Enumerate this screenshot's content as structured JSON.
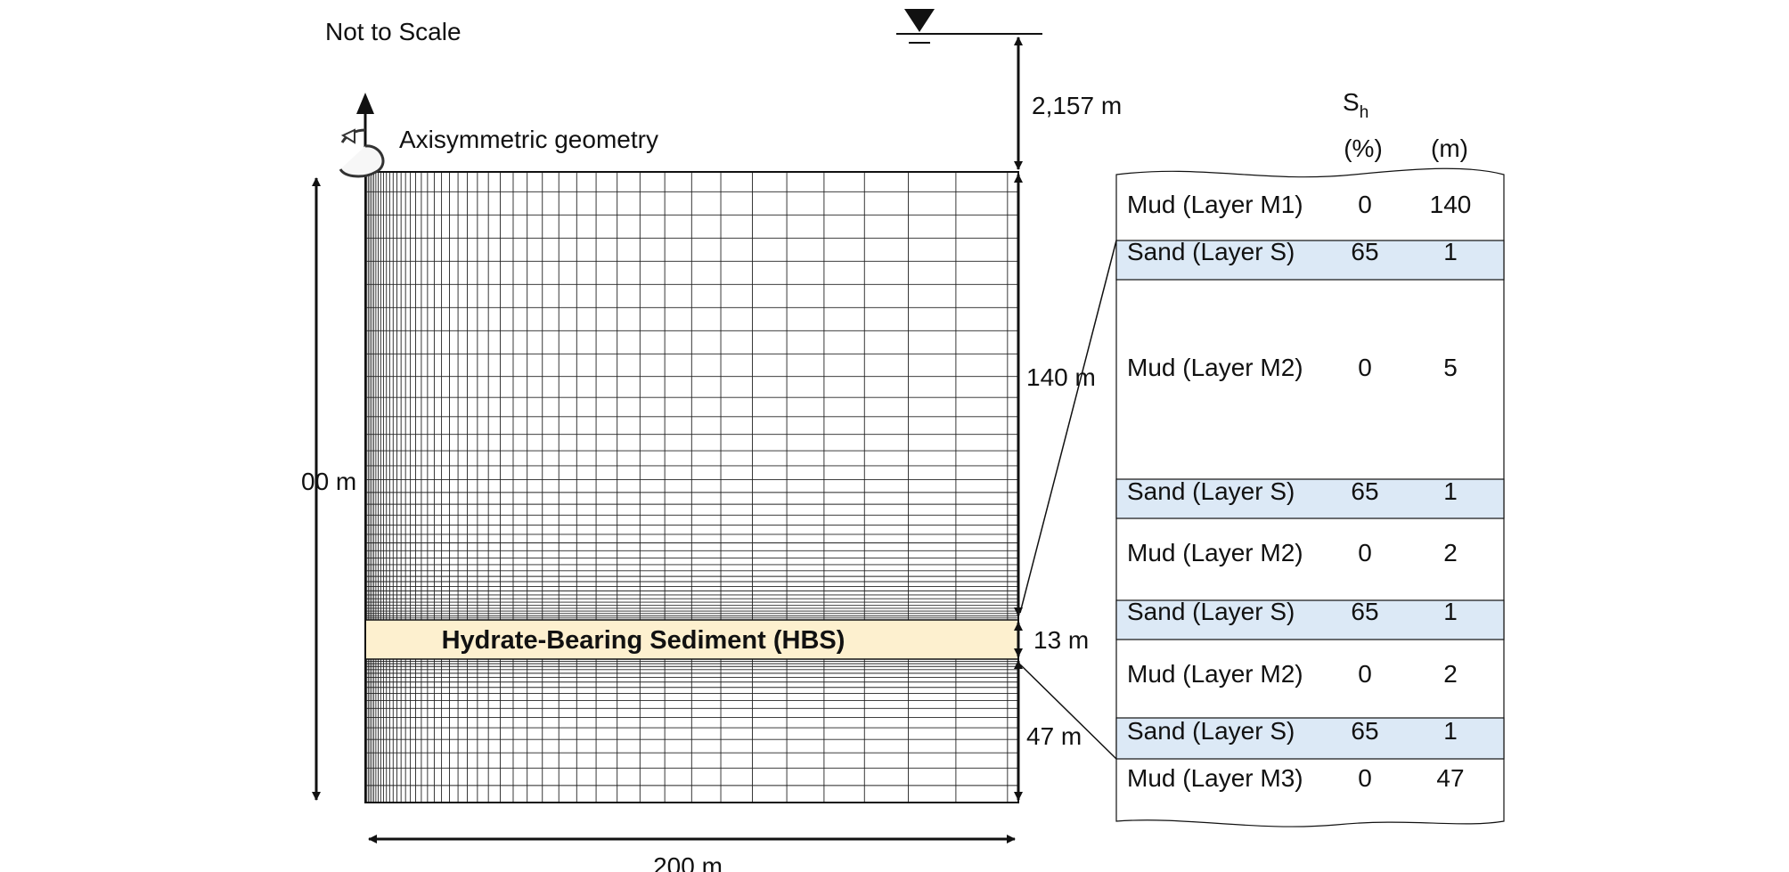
{
  "annotations": {
    "scale_note": "Not to Scale",
    "axisymmetric": "Axisymmetric geometry",
    "water_depth": "2,157 m",
    "total_height": "00 m",
    "upper_thickness": "140 m",
    "hbs_thickness": "13 m",
    "lower_thickness": "47 m",
    "width": "200 m",
    "hbs_label": "Hydrate-Bearing Sediment (HBS)"
  },
  "table": {
    "header_sh_main": "S",
    "header_sh_sub": "h",
    "header_sh_unit": "(%)",
    "header_thickness_unit": "(m)",
    "rows": [
      {
        "layer": "Mud (Layer M1)",
        "sh": "0",
        "thickness": "140",
        "type": "mud"
      },
      {
        "layer": "Sand (Layer S)",
        "sh": "65",
        "thickness": "1",
        "type": "sand"
      },
      {
        "layer": "Mud (Layer M2)",
        "sh": "0",
        "thickness": "5",
        "type": "mud"
      },
      {
        "layer": "Sand (Layer S)",
        "sh": "65",
        "thickness": "1",
        "type": "sand"
      },
      {
        "layer": "Mud (Layer M2)",
        "sh": "0",
        "thickness": "2",
        "type": "mud"
      },
      {
        "layer": "Sand (Layer S)",
        "sh": "65",
        "thickness": "1",
        "type": "sand"
      },
      {
        "layer": "Mud (Layer M2)",
        "sh": "0",
        "thickness": "2",
        "type": "mud"
      },
      {
        "layer": "Sand (Layer S)",
        "sh": "65",
        "thickness": "1",
        "type": "sand"
      },
      {
        "layer": "Mud (Layer M3)",
        "sh": "0",
        "thickness": "47",
        "type": "mud"
      }
    ]
  },
  "icons": {
    "water_level": "inverted-triangle-water-level-icon",
    "rotation": "curved-rotation-arrow-icon"
  },
  "colors": {
    "hbs_fill": "#fdf0cf",
    "sand_fill": "#dce9f6",
    "line": "#111111"
  }
}
